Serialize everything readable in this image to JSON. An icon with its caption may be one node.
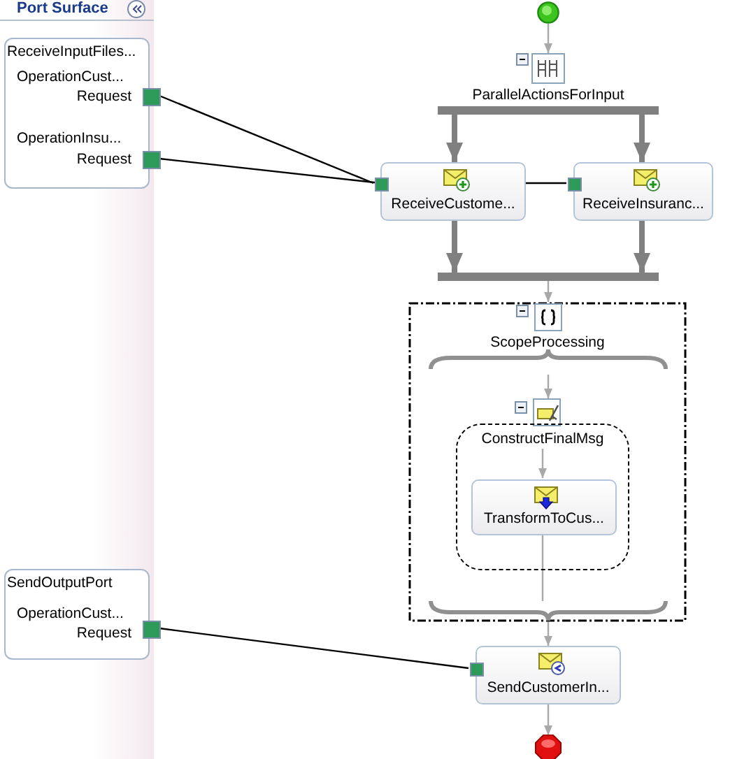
{
  "diagram": {
    "nodes": [
      {
        "text": [
          "ReceiveInputFiles...",
          "OperationCust...",
          "Request",
          "OperationInsu...",
          "Request"
        ]
      },
      {
        "text": [],
        "shape": "box",
        "in": 0
      },
      {
        "text": [],
        "shape": "box",
        "in": 0
      },
      {
        "text": [
          "SendOutputPort",
          "OperationCust...",
          "Request"
        ]
      },
      {
        "text": [],
        "shape": "box",
        "in": 3
      },
      {
        "text": [],
        "shape": "circle"
      },
      {
        "text": [
          "ParallelActionsForInput"
        ]
      },
      {
        "text": [],
        "shape": "bar"
      },
      {
        "text": [
          "ReceiveCustome..."
        ]
      },
      {
        "text": [
          "ReceiveInsuranc..."
        ]
      },
      {
        "text": [],
        "shape": "box",
        "in": 8
      },
      {
        "text": [],
        "shape": "box",
        "in": 9
      },
      {
        "text": [],
        "shape": "bar"
      },
      {
        "text": [
          "ScopeProcessing"
        ]
      },
      {
        "text": [
          "ConstructFinalMsg"
        ],
        "in": 13
      },
      {
        "text": [
          "TransformToCus..."
        ],
        "in": 14
      },
      {
        "text": [
          "SendCustomerIn..."
        ]
      },
      {
        "text": [],
        "shape": "box",
        "in": 16
      },
      {
        "text": [],
        "shape": "octagon"
      }
    ],
    "edges": [
      {
        "from": 1,
        "to": 10,
        "arrow": "none",
        "color": "#000000"
      },
      {
        "from": 2,
        "to": 11,
        "arrow": "none",
        "color": "#000000"
      },
      {
        "from": 4,
        "to": 17,
        "arrow": "none",
        "color": "#000000"
      },
      {
        "from": 5,
        "to": 6,
        "arrow": "to"
      },
      {
        "from": 7,
        "to": 8,
        "arrow": "to",
        "style": "thick",
        "color": "#808080"
      },
      {
        "from": 7,
        "to": 9,
        "arrow": "to",
        "style": "thick",
        "color": "#808080"
      },
      {
        "from": 8,
        "to": 12,
        "arrow": "to",
        "style": "thick",
        "color": "#808080"
      },
      {
        "from": 9,
        "to": 12,
        "arrow": "to",
        "style": "thick",
        "color": "#808080"
      },
      {
        "from": 12,
        "to": 13,
        "arrow": "to"
      },
      {
        "from": null,
        "to": 14,
        "arrow": "to"
      },
      {
        "from": null,
        "to": 15,
        "arrow": "to"
      },
      {
        "from": 15,
        "to": null,
        "arrow": "none"
      },
      {
        "from": 13,
        "to": 16,
        "arrow": "to"
      },
      {
        "from": 16,
        "to": 18,
        "arrow": "to"
      }
    ],
    "labels": [
      "Port Surface"
    ]
  }
}
